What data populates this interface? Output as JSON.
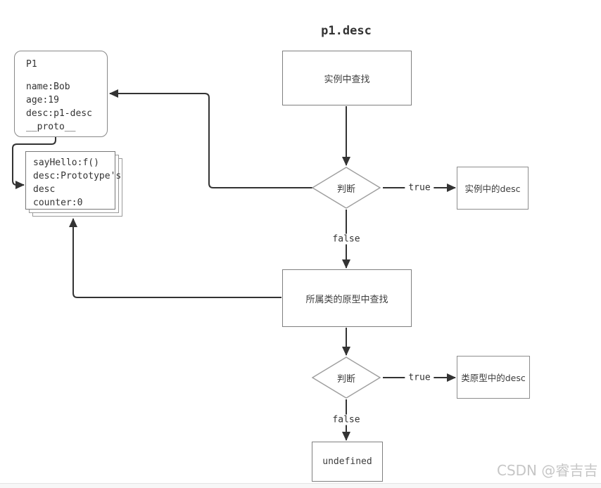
{
  "title": "p1.desc",
  "watermark": "CSDN @睿吉吉",
  "nodes": {
    "instance_search": "实例中查找",
    "decision1": "判断",
    "instance_desc": "实例中的desc",
    "proto_search": "所属类的原型中查找",
    "decision2": "判断",
    "class_proto_desc": "类原型中的desc",
    "undefined_result": "undefined"
  },
  "edge_labels": {
    "true1": "true",
    "false1": "false",
    "true2": "true",
    "false2": "false"
  },
  "p1_object": {
    "title": "P1",
    "lines": [
      "name:Bob",
      "age:19",
      "desc:p1-desc",
      "__proto__"
    ]
  },
  "prototype_object": {
    "lines": [
      "sayHello:f()",
      "desc:Prototype's",
      "desc",
      "counter:0"
    ]
  },
  "colors": {
    "connector": "#333333",
    "box_border": "#7f7f7f",
    "diamond_border": "#9e9e9e",
    "text": "#3d3d3d",
    "watermark": "#c6c6c6"
  }
}
